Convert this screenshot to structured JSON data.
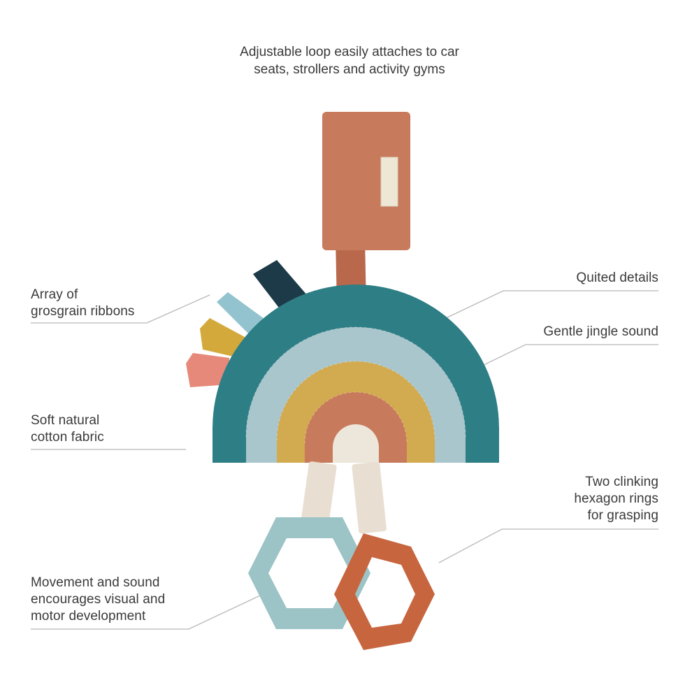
{
  "top_caption": "Adjustable loop easily attaches to car\nseats, strollers and activity gyms",
  "callouts": {
    "ribbons": "Array of\ngrosgrain ribbons",
    "cotton": "Soft natural\ncotton fabric",
    "movement": "Movement and sound\nencourages visual and\nmotor development",
    "quilted": "Quited details",
    "jingle": "Gentle jingle sound",
    "rings": "Two clinking\nhexagon rings\nfor grasping"
  },
  "colors": {
    "text": "#3a3a3a",
    "line": "#b8b8b8",
    "loop": "#c87a5c",
    "teal": "#2e7e86",
    "light_blue": "#a9c6cc",
    "mustard": "#d2aa50",
    "terracotta": "#c87a5c",
    "cream": "#e8dfd2",
    "ring_blue": "#9cc3c6",
    "ring_orange": "#c7653f",
    "ribbon_navy": "#1d3a48",
    "ribbon_blue": "#93c3cf",
    "ribbon_mustard": "#d4a93c",
    "ribbon_coral": "#e6897a"
  },
  "product_icon": "rainbow-jingle-toy"
}
